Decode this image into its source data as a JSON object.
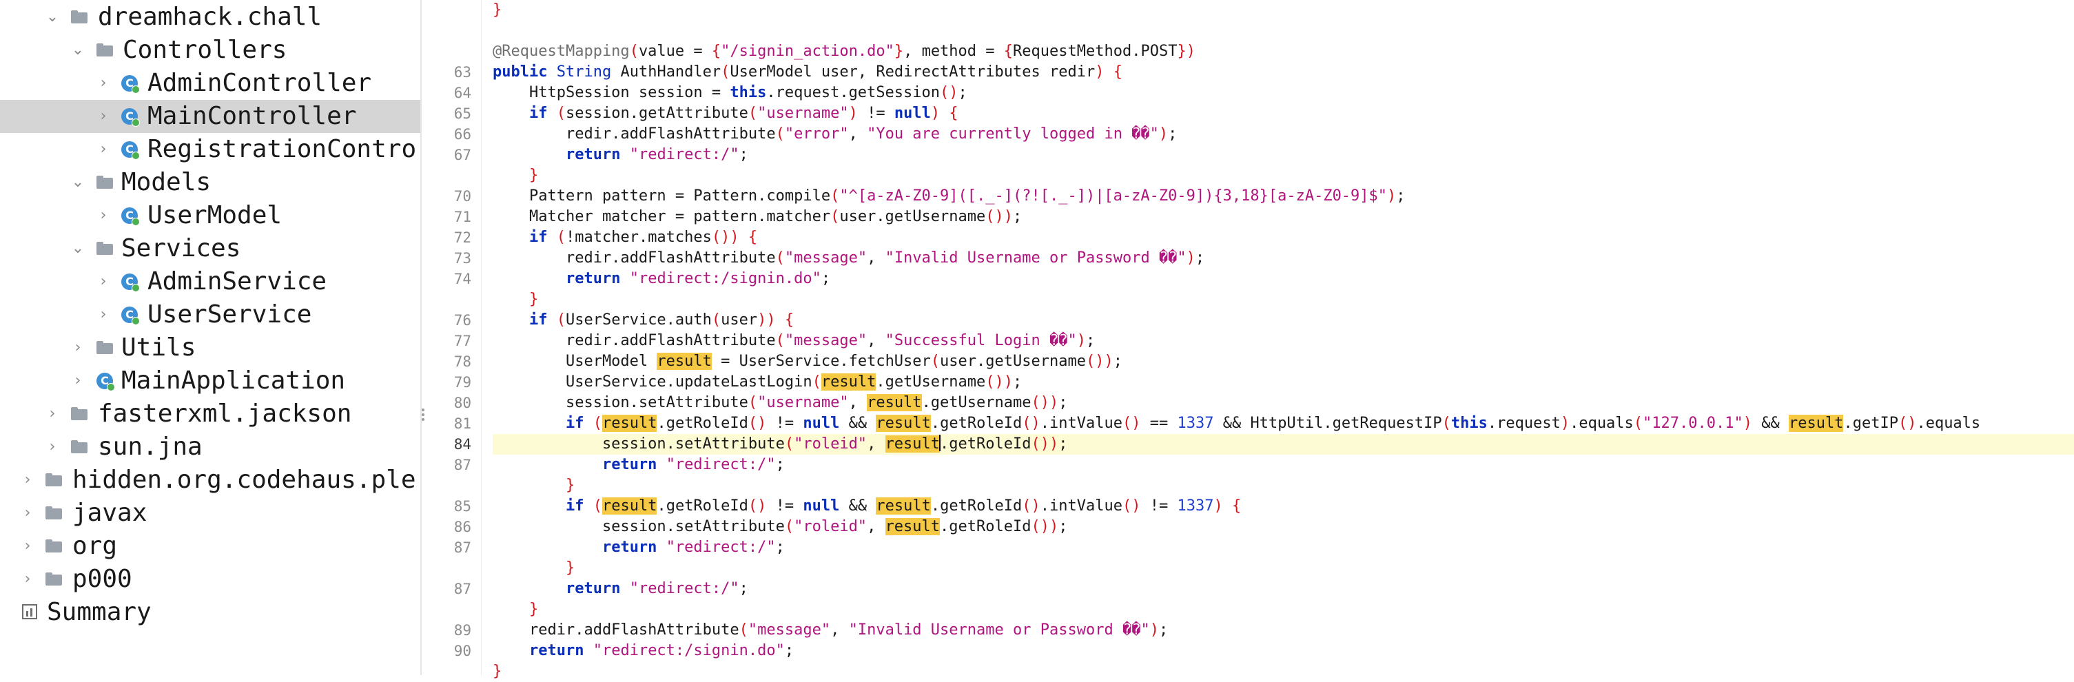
{
  "tree": {
    "items": [
      {
        "label": "dreamhack.chall",
        "icon": "folder-icon",
        "expanded": true
      },
      {
        "label": "Controllers",
        "icon": "folder-icon",
        "expanded": true
      },
      {
        "label": "AdminController",
        "icon": "class-icon"
      },
      {
        "label": "MainController",
        "icon": "class-icon",
        "selected": true
      },
      {
        "label": "RegistrationContro",
        "icon": "class-icon"
      },
      {
        "label": "Models",
        "icon": "folder-icon",
        "expanded": true
      },
      {
        "label": "UserModel",
        "icon": "class-icon"
      },
      {
        "label": "Services",
        "icon": "folder-icon",
        "expanded": true
      },
      {
        "label": "AdminService",
        "icon": "class-icon"
      },
      {
        "label": "UserService",
        "icon": "class-icon"
      },
      {
        "label": "Utils",
        "icon": "folder-icon"
      },
      {
        "label": "MainApplication",
        "icon": "class-icon"
      },
      {
        "label": "fasterxml.jackson",
        "icon": "folder-icon"
      },
      {
        "label": "sun.jna",
        "icon": "folder-icon"
      },
      {
        "label": "hidden.org.codehaus.ple",
        "icon": "folder-icon"
      },
      {
        "label": "javax",
        "icon": "folder-icon"
      },
      {
        "label": "org",
        "icon": "folder-icon"
      },
      {
        "label": "p000",
        "icon": "folder-icon"
      },
      {
        "label": "Summary",
        "icon": "summary-icon"
      }
    ],
    "class_icon_letter": "C",
    "colors": {
      "selection": "#d5d5d5",
      "class_icon": "#3d8fd4",
      "folder_icon": "#9aa2ab"
    }
  },
  "editor": {
    "current_line": "84",
    "highlight_word": "result",
    "colors": {
      "keyword": "#0b2fb8",
      "string": "#b0147e",
      "number": "#1f3fd0",
      "brace": "#d4171f",
      "word_highlight": "#f6c944",
      "current_line_bg": "#fdfbd3"
    },
    "lines": [
      {
        "n": "",
        "text": "}"
      },
      {
        "n": "",
        "text": ""
      },
      {
        "n": "",
        "text": "@RequestMapping(value = {\"/signin_action.do\"}, method = {RequestMethod.POST})"
      },
      {
        "n": "63",
        "text": "public String AuthHandler(UserModel user, RedirectAttributes redir) {"
      },
      {
        "n": "64",
        "text": "    HttpSession session = this.request.getSession();"
      },
      {
        "n": "65",
        "text": "    if (session.getAttribute(\"username\") != null) {"
      },
      {
        "n": "66",
        "text": "        redir.addFlashAttribute(\"error\", \"You are currently logged in ��\");"
      },
      {
        "n": "67",
        "text": "        return \"redirect:/\";"
      },
      {
        "n": "",
        "text": "    }"
      },
      {
        "n": "70",
        "text": "    Pattern pattern = Pattern.compile(\"^[a-zA-Z0-9]([._-](?![._-])|[a-zA-Z0-9]){3,18}[a-zA-Z0-9]$\");"
      },
      {
        "n": "71",
        "text": "    Matcher matcher = pattern.matcher(user.getUsername());"
      },
      {
        "n": "72",
        "text": "    if (!matcher.matches()) {"
      },
      {
        "n": "73",
        "text": "        redir.addFlashAttribute(\"message\", \"Invalid Username or Password ��\");"
      },
      {
        "n": "74",
        "text": "        return \"redirect:/signin.do\";"
      },
      {
        "n": "",
        "text": "    }"
      },
      {
        "n": "76",
        "text": "    if (UserService.auth(user)) {"
      },
      {
        "n": "77",
        "text": "        redir.addFlashAttribute(\"message\", \"Successful Login ��\");"
      },
      {
        "n": "78",
        "text": "        UserModel result = UserService.fetchUser(user.getUsername());"
      },
      {
        "n": "79",
        "text": "        UserService.updateLastLogin(result.getUsername());"
      },
      {
        "n": "80",
        "text": "        session.setAttribute(\"username\", result.getUsername());"
      },
      {
        "n": "81",
        "text": "        if (result.getRoleId() != null && result.getRoleId().intValue() == 1337 && HttpUtil.getRequestIP(this.request).equals(\"127.0.0.1\") && result.getIP().equals"
      },
      {
        "n": "84",
        "text": "            session.setAttribute(\"roleid\", result.getRoleId());"
      },
      {
        "n": "87",
        "text": "            return \"redirect:/\";"
      },
      {
        "n": "",
        "text": "        }"
      },
      {
        "n": "85",
        "text": "        if (result.getRoleId() != null && result.getRoleId().intValue() != 1337) {"
      },
      {
        "n": "86",
        "text": "            session.setAttribute(\"roleid\", result.getRoleId());"
      },
      {
        "n": "87",
        "text": "            return \"redirect:/\";"
      },
      {
        "n": "",
        "text": "        }"
      },
      {
        "n": "87",
        "text": "        return \"redirect:/\";"
      },
      {
        "n": "",
        "text": "    }"
      },
      {
        "n": "89",
        "text": "    redir.addFlashAttribute(\"message\", \"Invalid Username or Password ��\");"
      },
      {
        "n": "90",
        "text": "    return \"redirect:/signin.do\";"
      },
      {
        "n": "",
        "text": "}"
      }
    ]
  }
}
